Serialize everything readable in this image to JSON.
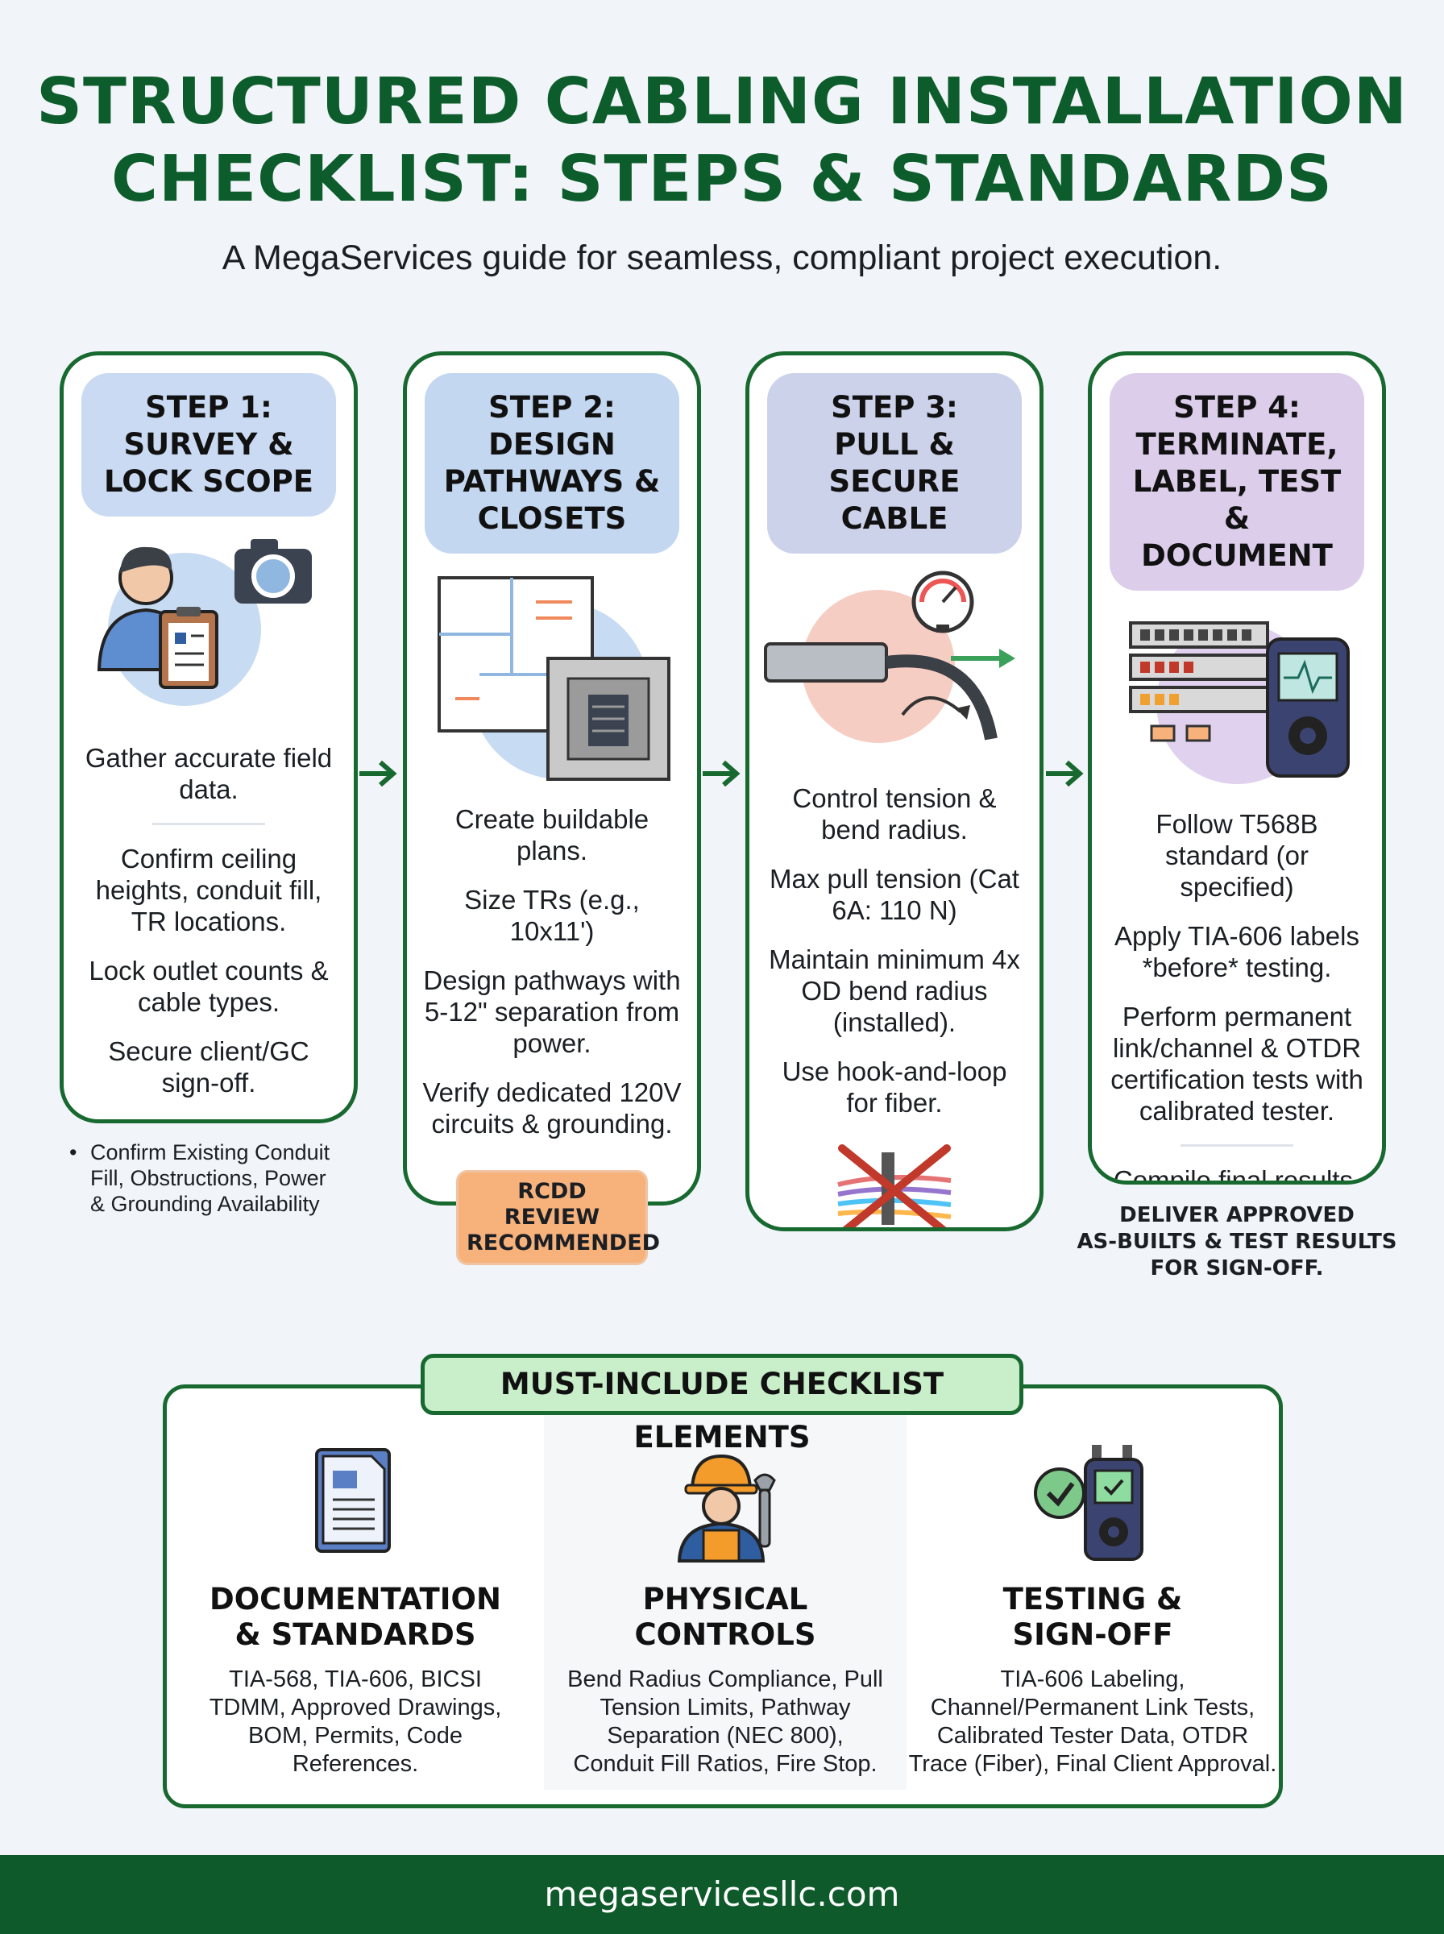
{
  "header": {
    "title_line1": "STRUCTURED CABLING INSTALLATION",
    "title_line2": "CHECKLIST: STEPS & STANDARDS",
    "subtitle": "A MegaServices guide for seamless, compliant project execution."
  },
  "colors": {
    "brand_green": "#17692f",
    "step1_head": "#c9daf2",
    "step2_head": "#c3d7f0",
    "step3_head": "#cdd2eb",
    "step4_head": "#dccdea",
    "badge": "#f7b27c",
    "must_title_bg": "#c8efc9",
    "footer_bg": "#0e5a2a"
  },
  "steps": [
    {
      "head": [
        "STEP 1:",
        "SURVEY &",
        "LOCK SCOPE"
      ],
      "icon": "surveyor-clipboard-camera-icon",
      "lead": "Gather accurate field data.",
      "items": [
        "Confirm ceiling heights, conduit fill, TR locations.",
        "Lock outlet counts & cable types.",
        "Secure client/GC sign-off."
      ],
      "note": "Confirm Existing Conduit Fill, Obstructions, Power & Grounding Availability"
    },
    {
      "head": [
        "STEP 2:",
        "DESIGN",
        "PATHWAYS &",
        "CLOSETS"
      ],
      "icon": "floor-plan-rack-icon",
      "lead": "Create buildable plans.",
      "items": [
        "Size TRs (e.g., 10x11')",
        "Design pathways with 5-12\" separation from power.",
        "Verify dedicated 120V circuits & grounding."
      ],
      "badge": [
        "RCDD REVIEW",
        "RECOMMENDED"
      ]
    },
    {
      "head": [
        "STEP 3:",
        "PULL &",
        "SECURE CABLE"
      ],
      "icon": "cable-tension-gauge-icon",
      "lead": "Control tension & bend radius.",
      "items": [
        "Max pull tension (Cat 6A: 110 N)",
        "Maintain minimum 4x OD bend radius (installed).",
        "Use hook-and-loop for fiber."
      ],
      "bottom_icon": "no-zip-tie-icon"
    },
    {
      "head": [
        "STEP 4:",
        "TERMINATE,",
        "LABEL, TEST &",
        "DOCUMENT"
      ],
      "icon": "patch-panel-tester-icon",
      "items": [
        "Follow T568B standard (or specified)",
        "Apply TIA-606 labels *before* testing.",
        "Perform permanent link/channel & OTDR certification tests with calibrated tester."
      ],
      "tail": "Compile final results.",
      "deliver": [
        "DELIVER APPROVED",
        "AS-BUILTS & TEST RESULTS",
        "FOR SIGN-OFF."
      ]
    }
  ],
  "must": {
    "title": "MUST-INCLUDE CHECKLIST ELEMENTS",
    "columns": [
      {
        "icon": "document-icon",
        "head": [
          "DOCUMENTATION",
          "& STANDARDS"
        ],
        "body": [
          "TIA-568, TIA-606, BICSI",
          "TDMM, Approved Drawings,",
          "BOM, Permits, Code",
          "References."
        ]
      },
      {
        "icon": "technician-wrench-icon",
        "head": [
          "PHYSICAL",
          "CONTROLS"
        ],
        "body": [
          "Bend Radius Compliance, Pull",
          "Tension Limits, Pathway",
          "Separation (NEC 800),",
          "Conduit Fill Ratios, Fire Stop."
        ]
      },
      {
        "icon": "tester-checkmark-icon",
        "head": [
          "TESTING &",
          "SIGN-OFF"
        ],
        "body": [
          "TIA-606 Labeling,",
          "Channel/Permanent Link Tests,",
          "Calibrated Tester Data, OTDR",
          "Trace (Fiber), Final Client Approval."
        ]
      }
    ]
  },
  "footer": {
    "url": "megaservicesllc.com"
  }
}
